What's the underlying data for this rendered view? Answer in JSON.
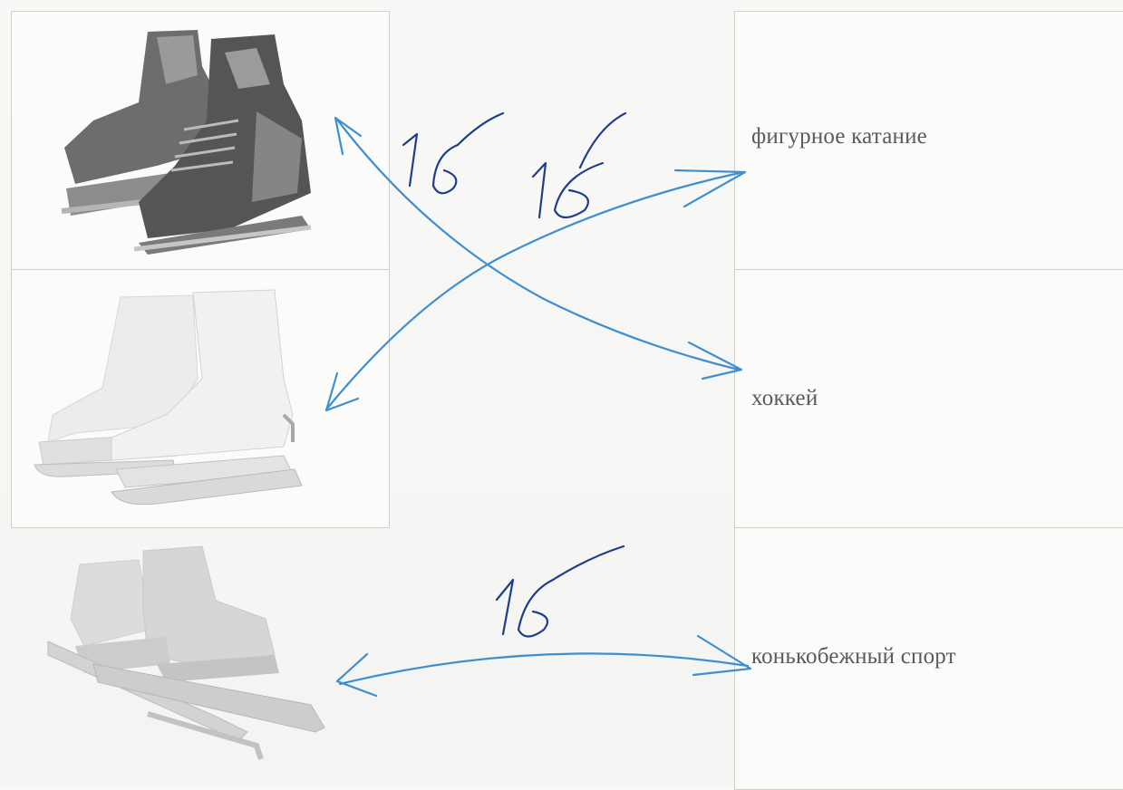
{
  "terms": [
    {
      "text": "фигурное катание"
    },
    {
      "text": "хоккей"
    },
    {
      "text": "конькобежный спорт"
    }
  ],
  "images": [
    {
      "depicts": "hockey skates",
      "icon": "hockey-skates-icon"
    },
    {
      "depicts": "figure skates",
      "icon": "figure-skates-icon"
    },
    {
      "depicts": "speed skates",
      "icon": "speed-skates-icon"
    }
  ],
  "annotations": {
    "ink_color": "#3f8fd0",
    "score_color": "#1f3d8a",
    "scores": [
      "1б",
      "1б",
      "1б"
    ]
  }
}
